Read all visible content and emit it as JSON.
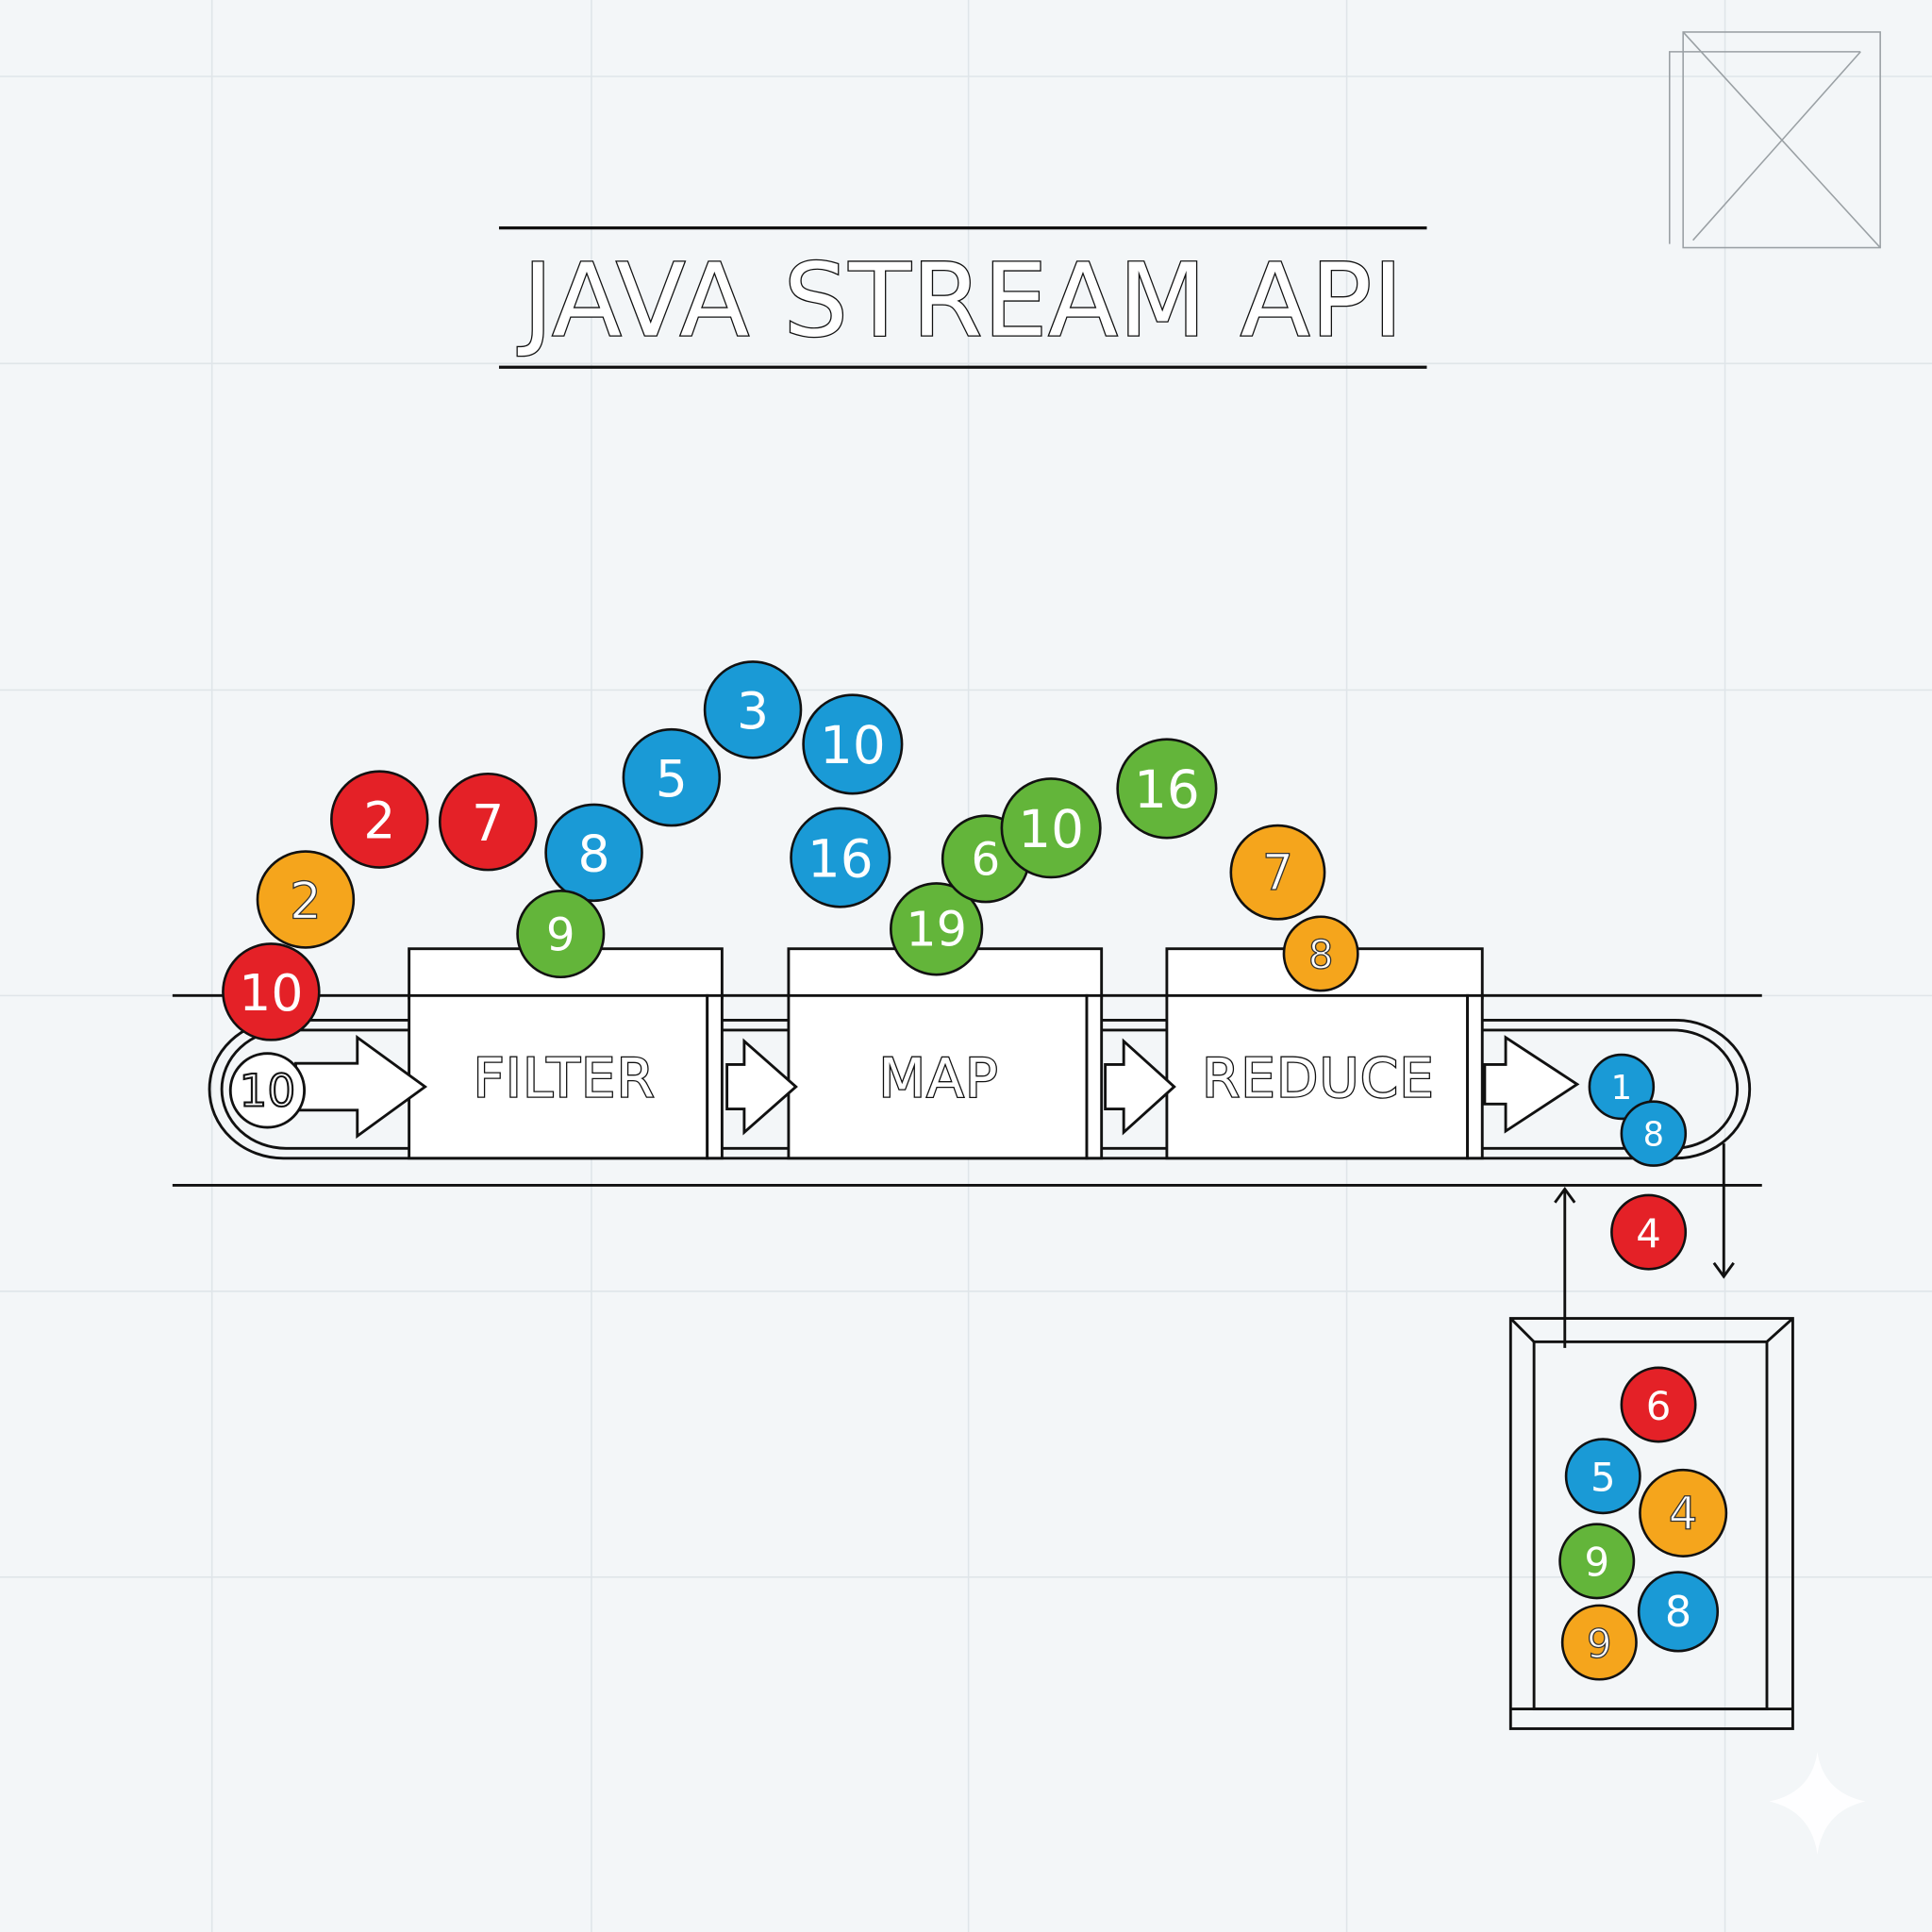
{
  "title": "JAVA STREAM API",
  "stages": [
    {
      "label": "FILTER"
    },
    {
      "label": "MAP"
    },
    {
      "label": "REDUCE"
    }
  ],
  "colors": {
    "red": "#e42127",
    "orange": "#f5a51c",
    "blue": "#1a9ad6",
    "green": "#63b53a",
    "ink": "#111111",
    "background": "#f3f6f8"
  },
  "source_ball": {
    "value": "10"
  },
  "flying_balls": [
    {
      "value": "10",
      "color": "red"
    },
    {
      "value": "2",
      "color": "orange"
    },
    {
      "value": "2",
      "color": "red"
    },
    {
      "value": "7",
      "color": "red"
    },
    {
      "value": "8",
      "color": "blue"
    },
    {
      "value": "9",
      "color": "green"
    },
    {
      "value": "5",
      "color": "blue"
    },
    {
      "value": "3",
      "color": "blue"
    },
    {
      "value": "10",
      "color": "blue"
    },
    {
      "value": "16",
      "color": "blue"
    },
    {
      "value": "19",
      "color": "green"
    },
    {
      "value": "6",
      "color": "green"
    },
    {
      "value": "10",
      "color": "green"
    },
    {
      "value": "16",
      "color": "green"
    },
    {
      "value": "7",
      "color": "orange"
    },
    {
      "value": "8",
      "color": "orange"
    }
  ],
  "output_balls": [
    {
      "value": "1",
      "color": "blue"
    },
    {
      "value": "8",
      "color": "blue"
    },
    {
      "value": "4",
      "color": "red"
    }
  ],
  "bin_balls": [
    {
      "value": "6",
      "color": "red"
    },
    {
      "value": "5",
      "color": "blue"
    },
    {
      "value": "4",
      "color": "orange"
    },
    {
      "value": "9",
      "color": "green"
    },
    {
      "value": "8",
      "color": "blue"
    },
    {
      "value": "9",
      "color": "orange"
    }
  ],
  "icons": {
    "corner": "image-placeholder-icon",
    "sparkle": "sparkle-icon"
  }
}
